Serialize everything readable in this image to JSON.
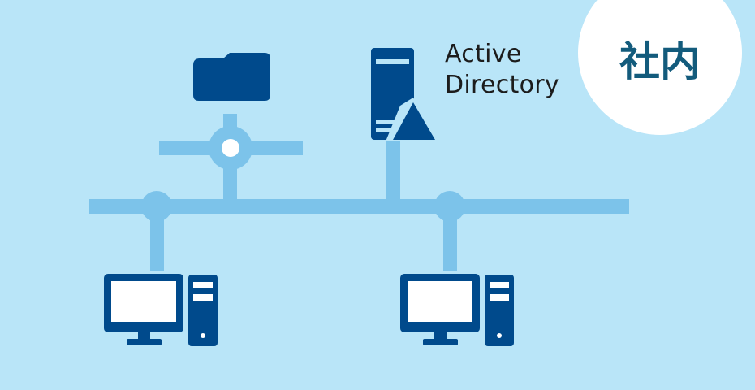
{
  "badge": {
    "label": "社内"
  },
  "server": {
    "label_line1": "Active",
    "label_line2": "Directory"
  },
  "colors": {
    "background": "#b9e5f8",
    "network_line": "#7cc3ea",
    "device": "#004a8c",
    "badge_bg": "#ffffff",
    "badge_text": "#135b7c"
  },
  "icons": {
    "shared_folder": "folder-icon",
    "server": "server-icon",
    "client_1": "desktop-computer-icon",
    "client_2": "desktop-computer-icon"
  }
}
